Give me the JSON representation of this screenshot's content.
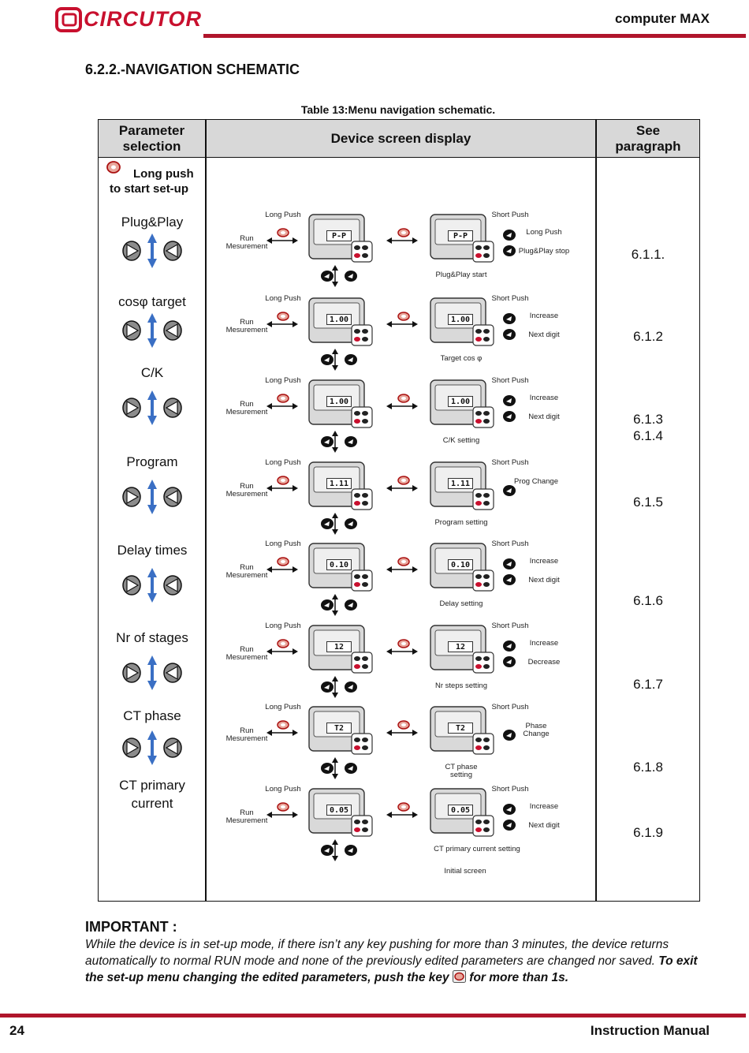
{
  "header": {
    "brand": "CIRCUTOR",
    "title": "computer MAX"
  },
  "section_title": "6.2.2.-NAVIGATION SCHEMATIC",
  "table_caption": "Table 13:Menu navigation schematic.",
  "table": {
    "col_headers": [
      "Parameter selection",
      "Device screen display",
      "See paragraph"
    ],
    "start_line1": "Long push",
    "start_line2": "to start set-up",
    "params": [
      "Plug&Play",
      "cosφ target",
      "C/K",
      "Program",
      "Delay times",
      "Nr of stages",
      "CT phase",
      "CT primary current"
    ],
    "refs": [
      "6.1.1.",
      "6.1.2",
      "6.1.3",
      "6.1.4",
      "6.1.5",
      "6.1.6",
      "6.1.7",
      "6.1.8",
      "6.1.9"
    ],
    "run_label": "Run Mesurement",
    "long_push_label": "Long Push",
    "short_push_label": "Short Push",
    "rows": [
      {
        "display": "P-P",
        "setting": "Plug&Play start",
        "actions": [
          "Long Push",
          "Plug&Play stop"
        ]
      },
      {
        "display": "1.00",
        "setting": "Target cos φ",
        "actions": [
          "Increase",
          "Next digit"
        ]
      },
      {
        "display": "1.00",
        "setting": "C/K setting",
        "actions": [
          "Increase",
          "Next digit"
        ]
      },
      {
        "display": "1.11",
        "setting": "Program setting",
        "actions": [
          "Prog Change"
        ]
      },
      {
        "display": "0.10",
        "setting": "Delay setting",
        "actions": [
          "Increase",
          "Next digit"
        ]
      },
      {
        "display": "12",
        "setting": "Nr steps setting",
        "actions": [
          "Increase",
          "Decrease"
        ]
      },
      {
        "display": "T2",
        "setting": "CT phase setting",
        "actions": [
          "Phase Change"
        ]
      },
      {
        "display": "0.05",
        "setting": "CT primary current setting",
        "actions": [
          "Increase",
          "Next digit"
        ]
      }
    ],
    "initial_screen": "Initial screen"
  },
  "important": {
    "title": "IMPORTANT :",
    "text1": "While the device is in set-up mode, if there isn’t any key pushing for more than 3 minutes, the device returns automatically to normal RUN mode and none of the previously edited parameters are changed nor saved.",
    "text2": "To exit the set-up menu changing the edited parameters, push the key",
    "text3": "for more than 1s."
  },
  "footer": {
    "page": "24",
    "title": "Instruction Manual"
  },
  "colors": {
    "brand_red": "#c8102e",
    "rule_red": "#b0152b",
    "header_gray": "#d8d8d8",
    "arrow_blue": "#3a6fc4"
  }
}
